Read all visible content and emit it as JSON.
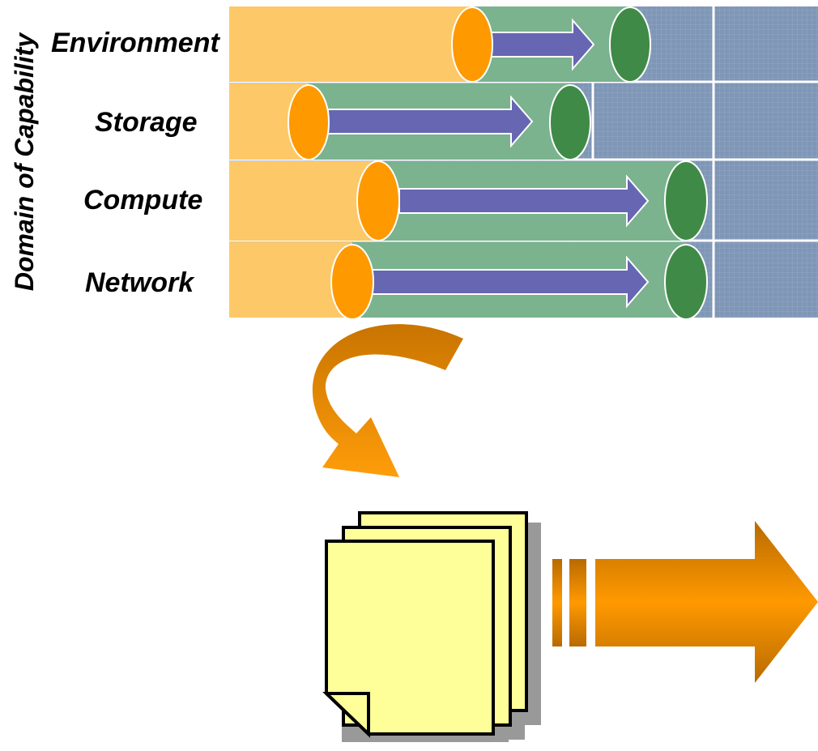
{
  "axis_label": "Domain of Capability",
  "rows": [
    {
      "label": "Environment"
    },
    {
      "label": "Storage"
    },
    {
      "label": "Compute"
    },
    {
      "label": "Network"
    }
  ],
  "colors": {
    "past": "#fdc867",
    "progress": "#7ab38e",
    "future": "#7f96b6",
    "start_marker": "#ff9900",
    "end_marker": "#3f8a47",
    "arrow": "#6666b3",
    "curved_arrow_top": "#d07a00",
    "curved_arrow_bottom": "#ff9900",
    "documents": "#ffff99",
    "output_arrow": "#ff9900"
  },
  "icons": [
    "curved-arrow-icon",
    "documents-stack-icon",
    "output-arrow-icon"
  ]
}
